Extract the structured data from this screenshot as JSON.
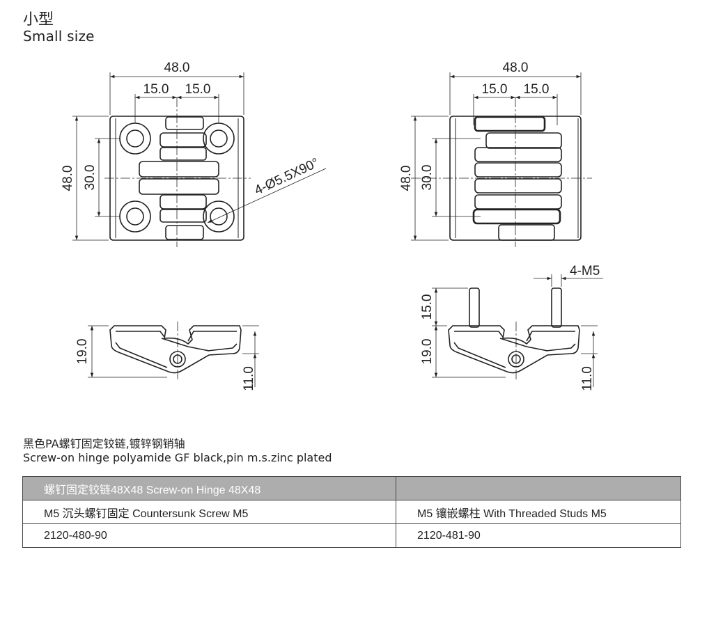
{
  "heading": {
    "title_cn": "小型",
    "title_en": "Small size"
  },
  "drawing": {
    "front_left": {
      "width": "48.0",
      "pitch_left": "15.0",
      "pitch_right": "15.0",
      "height": "48.0",
      "hole_spacing": "30.0",
      "hole_callout": "4-Ø5.5X90°"
    },
    "front_right": {
      "width": "48.0",
      "pitch_left": "15.0",
      "pitch_right": "15.0",
      "height": "48.0",
      "hole_spacing": "30.0"
    },
    "side_left": {
      "thickness": "19.0",
      "knuckle": "11.0"
    },
    "side_right": {
      "stud_thread": "4-M5",
      "stud_height": "15.0",
      "thickness": "19.0",
      "knuckle": "11.0"
    }
  },
  "description": {
    "cn": "黑色PA螺钉固定铰链,镀锌钢销轴",
    "en": "Screw-on hinge polyamide GF black,pin m.s.zinc plated"
  },
  "table": {
    "header": [
      "螺钉固定铰链48X48 Screw-on Hinge 48X48",
      ""
    ],
    "rows": [
      [
        "M5 沉头螺钉固定 Countersunk Screw M5",
        "M5 镶嵌螺柱 With Threaded Studs M5"
      ],
      [
        "2120-480-90",
        "2120-481-90"
      ]
    ]
  }
}
